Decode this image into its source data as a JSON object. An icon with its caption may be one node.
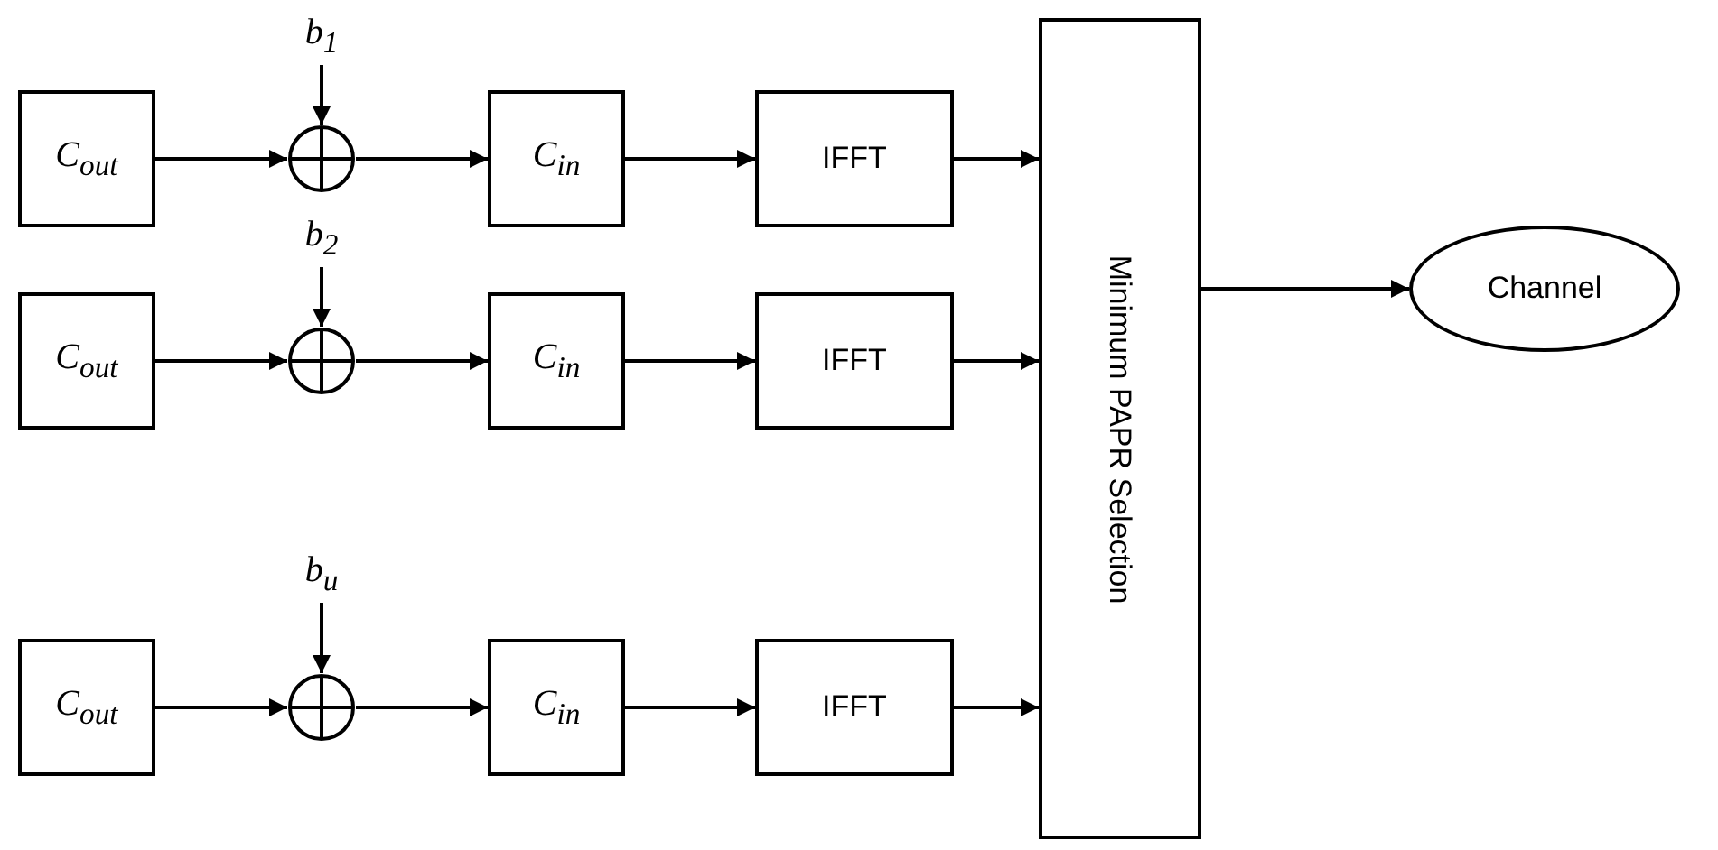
{
  "diagram": {
    "nodes": [
      {
        "text": [
          "C$_{out}$"
        ]
      },
      {
        "text": [
          "b$_{1}$"
        ]
      },
      {
        "text": [],
        "shape": "circle"
      },
      {
        "text": [
          "C$_{in}$"
        ]
      },
      {
        "text": [
          "IFFT"
        ]
      },
      {
        "text": [
          "C$_{out}$"
        ]
      },
      {
        "text": [
          "b$_{2}$"
        ]
      },
      {
        "text": [],
        "shape": "circle"
      },
      {
        "text": [
          "C$_{in}$"
        ]
      },
      {
        "text": [
          "IFFT"
        ]
      },
      {
        "text": [
          "C$_{out}$"
        ]
      },
      {
        "text": [
          "b$_{u}$"
        ]
      },
      {
        "text": [],
        "shape": "circle"
      },
      {
        "text": [
          "C$_{in}$"
        ]
      },
      {
        "text": [
          "IFFT"
        ]
      },
      {
        "text": [
          "Minimum PAPR Selection"
        ]
      },
      {
        "text": [
          "Channel"
        ]
      }
    ],
    "edges": [
      {
        "from": 0,
        "to": 2,
        "arrow": "to"
      },
      {
        "from": 1,
        "to": 2,
        "arrow": "to"
      },
      {
        "from": 2,
        "to": 3,
        "arrow": "to"
      },
      {
        "from": 3,
        "to": 4,
        "arrow": "to"
      },
      {
        "from": 4,
        "to": 15,
        "arrow": "to"
      },
      {
        "from": 5,
        "to": 7,
        "arrow": "to"
      },
      {
        "from": 6,
        "to": 7,
        "arrow": "to"
      },
      {
        "from": 7,
        "to": 8,
        "arrow": "to"
      },
      {
        "from": 8,
        "to": 9,
        "arrow": "to"
      },
      {
        "from": 9,
        "to": 15,
        "arrow": "to"
      },
      {
        "from": 10,
        "to": 12,
        "arrow": "to"
      },
      {
        "from": 11,
        "to": 12,
        "arrow": "to"
      },
      {
        "from": 12,
        "to": 13,
        "arrow": "to"
      },
      {
        "from": 13,
        "to": 14,
        "arrow": "to"
      },
      {
        "from": 14,
        "to": 15,
        "arrow": "to"
      },
      {
        "from": 15,
        "to": 16,
        "arrow": "to"
      }
    ]
  }
}
